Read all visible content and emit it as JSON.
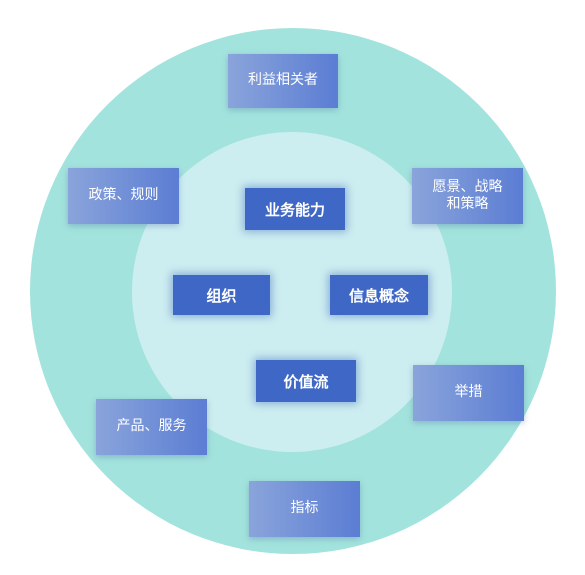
{
  "inner": {
    "business_capability": "业务能力",
    "organization": "组织",
    "information_concept": "信息概念",
    "value_stream": "价值流"
  },
  "outer": {
    "stakeholders": "利益相关者",
    "vision_strategy_line1": "愿景、战略",
    "vision_strategy_line2": "和策略",
    "policy_rules": "政策、规则",
    "initiatives": "举措",
    "products_services": "产品、服务",
    "metrics": "指标"
  },
  "colors": {
    "outer_ring": "#a3e3dd",
    "inner_circle": "#cdeef0",
    "inner_box": "#3f67c6",
    "outer_box_start": "#8aa4db",
    "outer_box_end": "#5b7dd3"
  }
}
